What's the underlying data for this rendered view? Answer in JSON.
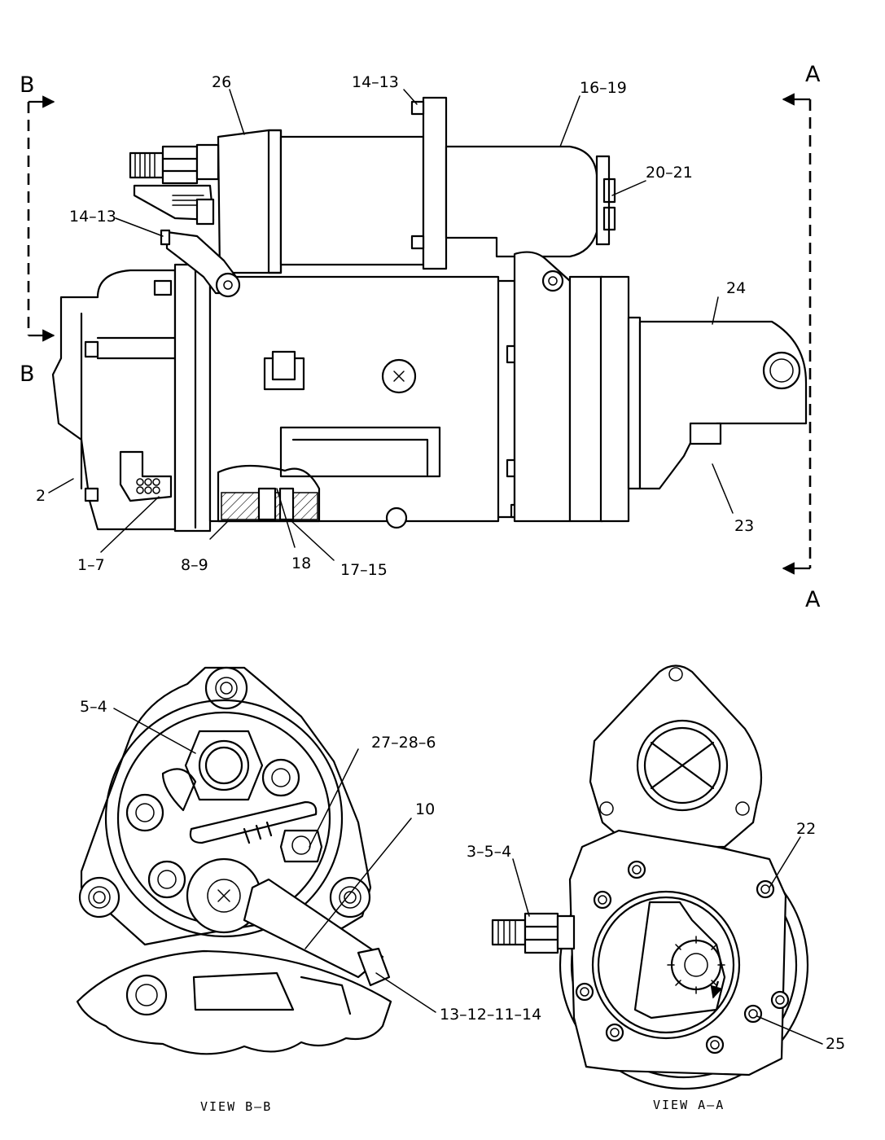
{
  "section_markers": {
    "b_top": "B",
    "b_bottom": "B",
    "a_top": "A",
    "a_bottom": "A"
  },
  "callouts": {
    "c26": "26",
    "c14_13_top": "14–13",
    "c16_19": "16–19",
    "c20_21": "20–21",
    "c14_13_left": "14–13",
    "c24": "24",
    "c2": "2",
    "c23": "23",
    "c1_7": "1–7",
    "c8_9": "8–9",
    "c18": "18",
    "c17_15": "17–15",
    "c5_4": "5–4",
    "c27_28_6": "27–28–6",
    "c10": "10",
    "c13_12_11_14": "13–12–11–14",
    "c3_5_4": "3–5–4",
    "c22": "22",
    "c25": "25"
  },
  "view_labels": {
    "view_bb": "VIEW B–B",
    "view_aa": "VIEW A–A"
  }
}
